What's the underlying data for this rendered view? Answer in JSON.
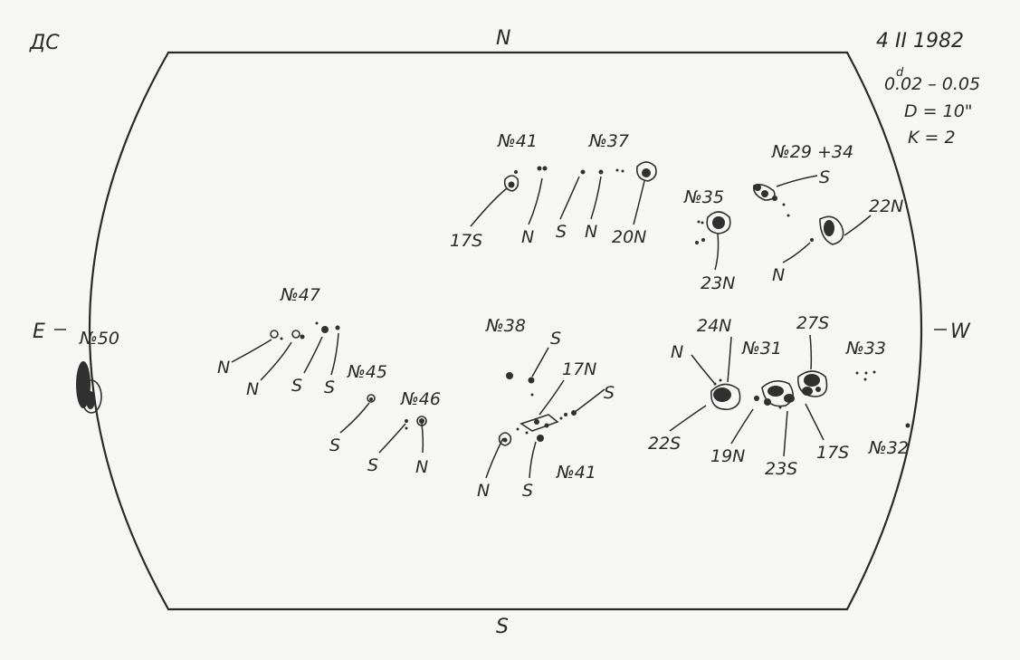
{
  "header": {
    "observer": "ДС",
    "north": "N",
    "south": "S",
    "east": "E",
    "west": "W",
    "date": "4 II 1982",
    "time_prefix": "0",
    "time_sup": "d",
    "time_suffix": ".02 – 0.05",
    "diameter": "D = 10\"",
    "k": "K = 2"
  },
  "groups": {
    "g41_top": "№41",
    "g37": "№37",
    "g29_34": "№29 +34",
    "g35": "№35",
    "g47": "№47",
    "g50": "№50",
    "g45": "№45",
    "g46": "№46",
    "g38": "№38",
    "g41_bottom": "№41",
    "g31": "№31",
    "g33": "№33",
    "g32": "№32"
  },
  "labels": {
    "l_17s_a": "17S",
    "l_n_a": "N",
    "l_s_a": "S",
    "l_n_b": "N",
    "l_20n": "20N",
    "l_23n_a": "23N",
    "l_s_29": "S",
    "l_22n": "22N",
    "l_n_29": "N",
    "l_n_47a": "N",
    "l_n_47b": "N",
    "l_s_47a": "S",
    "l_s_47b": "S",
    "l_s_45": "S",
    "l_s_46": "S",
    "l_n_46": "N",
    "l_s_38": "S",
    "l_17n": "17N",
    "l_s_41b": "S",
    "l_n_41b": "N",
    "l_s_41c": "S",
    "l_24n": "24N",
    "l_n_31a": "N",
    "l_27s": "27S",
    "l_22s": "22S",
    "l_19n": "19N",
    "l_23s": "23S",
    "l_17s_b": "17S"
  }
}
